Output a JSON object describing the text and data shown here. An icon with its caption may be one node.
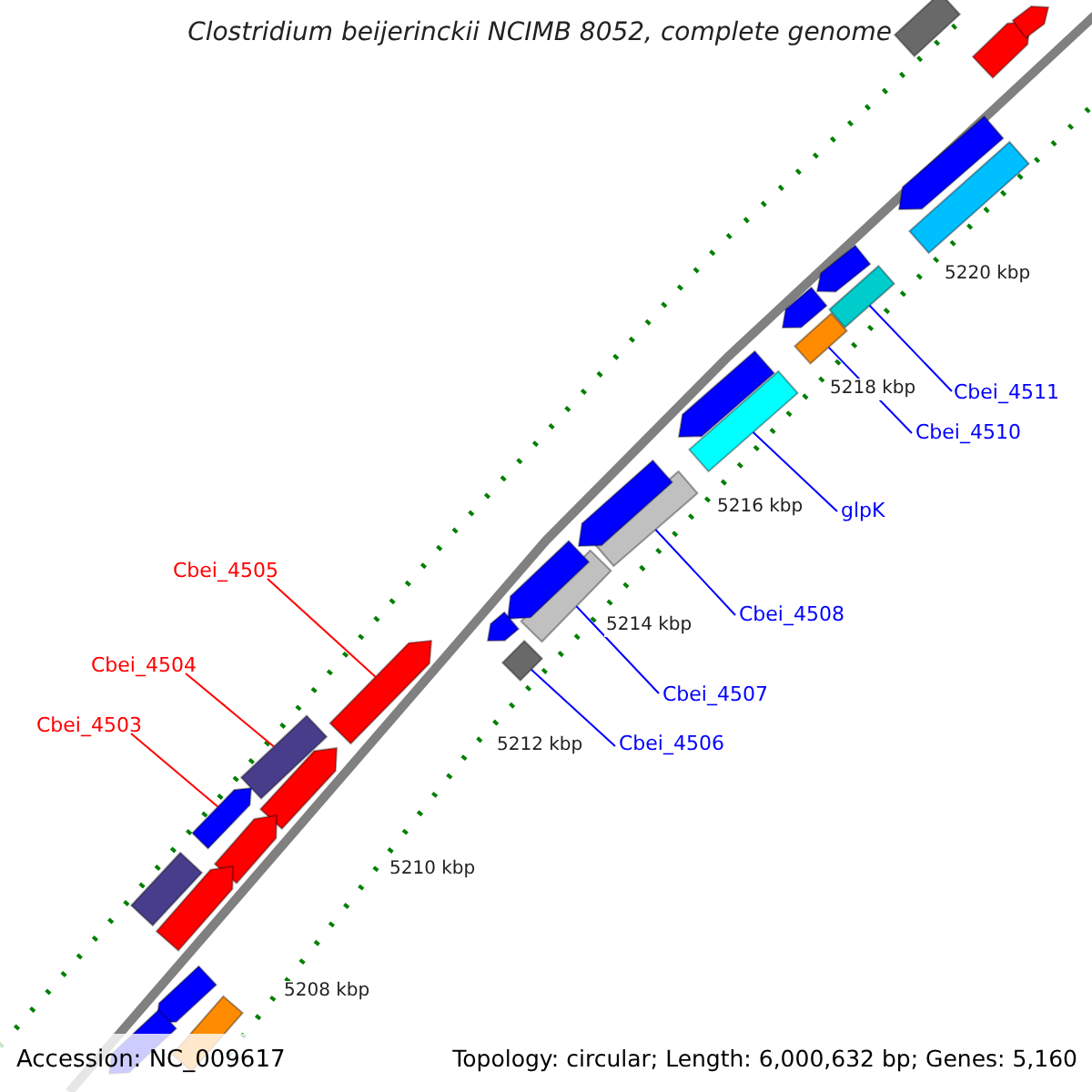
{
  "diagram": {
    "title": "Clostridium beijerinckii NCIMB 8052, complete genome",
    "nodes": [
      {
        "text": [
          "Cbei_4511"
        ]
      },
      {
        "text": [
          "Cbei_4510"
        ]
      },
      {
        "text": [
          "glpK"
        ]
      },
      {
        "text": [
          "Cbei_4505"
        ]
      },
      {
        "text": [
          "Cbei_4508"
        ]
      },
      {
        "text": [
          "Cbei_4504"
        ]
      },
      {
        "text": [
          "Cbei_4507"
        ]
      },
      {
        "text": [
          "Cbei_4503"
        ]
      },
      {
        "text": [
          "Cbei_4506"
        ]
      },
      {
        "text": [],
        "shape": "bar"
      },
      {
        "text": [],
        "shape": "bar"
      },
      {
        "text": [],
        "shape": "bar"
      },
      {
        "text": [],
        "shape": "arrow"
      },
      {
        "text": [],
        "shape": "bar"
      },
      {
        "text": [],
        "shape": "bar"
      },
      {
        "text": [],
        "shape": "bar"
      },
      {
        "text": [],
        "shape": "arrow"
      },
      {
        "text": [],
        "shape": "bar"
      },
      {
        "text": [],
        "shape": "bar"
      },
      {
        "text": [],
        "shape": "arrow"
      },
      {
        "text": [],
        "shape": "arrow"
      },
      {
        "text": [],
        "shape": "arrow"
      },
      {
        "text": [],
        "shape": "bar"
      },
      {
        "text": [],
        "shape": "arrow"
      },
      {
        "text": [],
        "shape": "arrow"
      },
      {
        "text": [],
        "shape": "arrow"
      },
      {
        "text": [],
        "shape": "arrow"
      },
      {
        "text": [],
        "shape": "arrow"
      },
      {
        "text": [],
        "shape": "arrow"
      },
      {
        "text": [],
        "shape": "arrow"
      },
      {
        "text": [],
        "shape": "arrow"
      },
      {
        "text": [],
        "shape": "bar"
      },
      {
        "text": [],
        "shape": "arrow"
      },
      {
        "text": [],
        "shape": "arrow"
      },
      {
        "text": [],
        "shape": "arrow"
      },
      {
        "text": [],
        "shape": "bar"
      }
    ],
    "edges": [
      {
        "from": 0,
        "to": 9,
        "arrow": "none"
      },
      {
        "from": 1,
        "to": 10,
        "arrow": "none"
      },
      {
        "from": 2,
        "to": 11,
        "arrow": "none"
      },
      {
        "from": 3,
        "to": 12,
        "arrow": "none",
        "color": "#ff0000"
      },
      {
        "from": 4,
        "to": 13,
        "arrow": "none"
      },
      {
        "from": 5,
        "to": 14,
        "arrow": "none",
        "color": "#ff0000"
      },
      {
        "from": 6,
        "to": 15,
        "arrow": "none"
      },
      {
        "from": 7,
        "to": 16,
        "arrow": "none",
        "color": "#ff0000"
      },
      {
        "from": 8,
        "to": 17,
        "arrow": "none"
      }
    ],
    "labels": [
      "5220 kbp",
      "5218 kbp",
      "5216 kbp",
      "5214 kbp",
      "5212 kbp",
      "5210 kbp",
      "5208 kbp",
      "Accession: NC_009617",
      "Topology: circular; Length: 6,000,632 bp; Genes: 5,160"
    ]
  }
}
